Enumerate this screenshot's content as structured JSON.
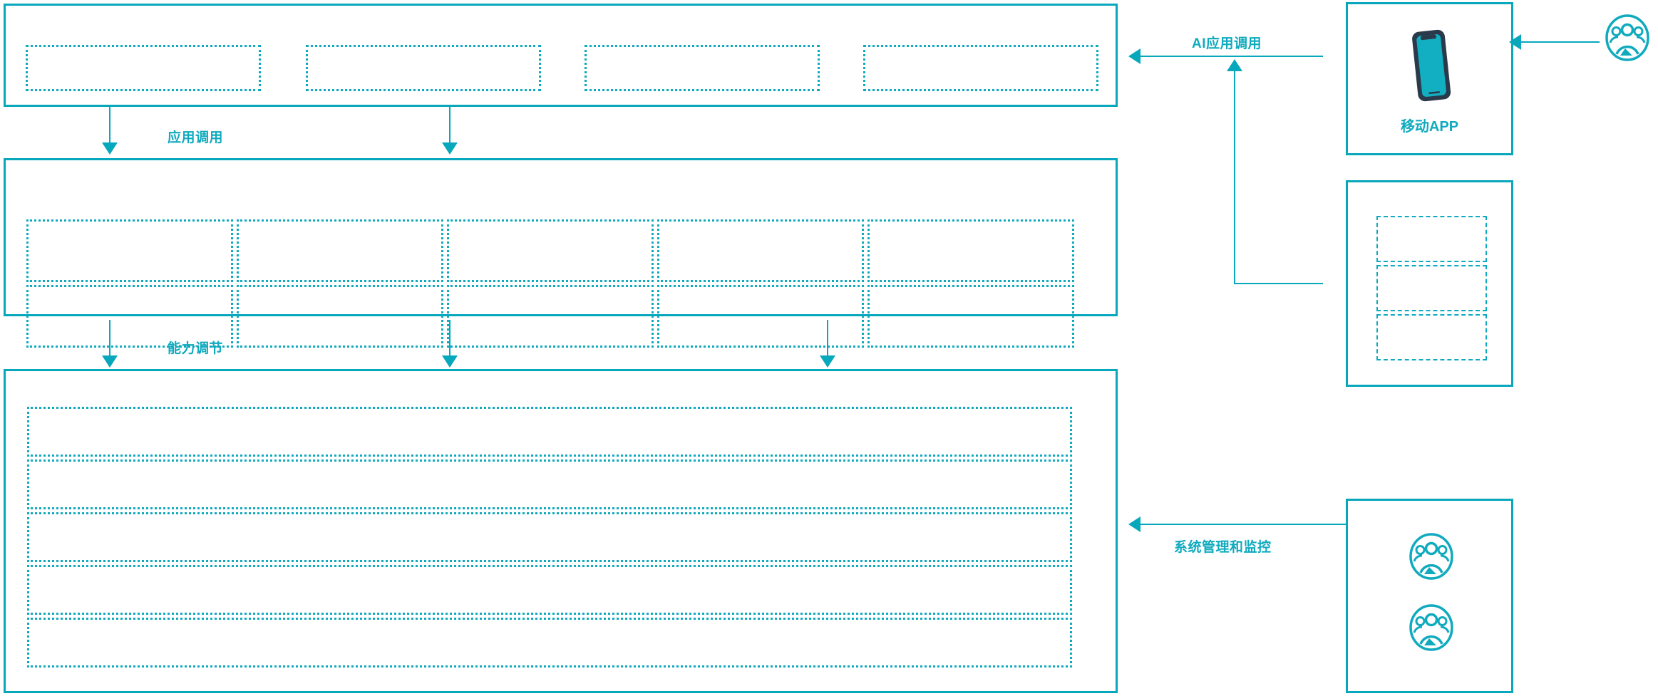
{
  "theme": {
    "accent": "#07A7BC",
    "accent_light": "#0FAABE",
    "phone_dark": "#2B3A4A",
    "phone_screen": "#12AEC1",
    "background": "#FFFFFF"
  },
  "flow_labels": {
    "app_call": "应用调用",
    "capability_adjust": "能力调节",
    "ai_app_call": "AI应用调用",
    "system_manage_monitor": "系统管理和监控"
  },
  "left_stack": {
    "application_layer": {
      "name": "application-layer-panel",
      "boxes": [
        {
          "id": "app-box-1",
          "label": ""
        },
        {
          "id": "app-box-2",
          "label": ""
        },
        {
          "id": "app-box-3",
          "label": ""
        },
        {
          "id": "app-box-4",
          "label": ""
        }
      ]
    },
    "capability_layer": {
      "name": "capability-layer-panel",
      "columns": 5,
      "rows": 2,
      "boxes": [
        {
          "id": "cap-r1-c1",
          "label": ""
        },
        {
          "id": "cap-r1-c2",
          "label": ""
        },
        {
          "id": "cap-r1-c3",
          "label": ""
        },
        {
          "id": "cap-r1-c4",
          "label": ""
        },
        {
          "id": "cap-r1-c5",
          "label": ""
        },
        {
          "id": "cap-r2-c1",
          "label": ""
        },
        {
          "id": "cap-r2-c2",
          "label": ""
        },
        {
          "id": "cap-r2-c3",
          "label": ""
        },
        {
          "id": "cap-r2-c4",
          "label": ""
        },
        {
          "id": "cap-r2-c5",
          "label": ""
        }
      ]
    },
    "platform_layer": {
      "name": "platform-layer-panel",
      "rows": [
        {
          "id": "platform-row-1",
          "label": ""
        },
        {
          "id": "platform-row-2",
          "label": ""
        },
        {
          "id": "platform-row-3",
          "label": ""
        },
        {
          "id": "platform-row-4",
          "label": ""
        },
        {
          "id": "platform-row-5",
          "label": ""
        }
      ]
    }
  },
  "right_stack": {
    "mobile_app_card": {
      "name": "mobile-app-card",
      "label": "移动APP",
      "icon": "mobile-phone-icon"
    },
    "list_card": {
      "name": "channel-list-card",
      "boxes": [
        {
          "id": "channel-box-1",
          "label": ""
        },
        {
          "id": "channel-box-2",
          "label": ""
        },
        {
          "id": "channel-box-3",
          "label": ""
        }
      ]
    },
    "users_card": {
      "name": "users-card",
      "icons": [
        {
          "id": "user-group-icon-1",
          "icon": "user-group-icon"
        },
        {
          "id": "user-group-icon-2",
          "icon": "user-group-icon"
        }
      ]
    },
    "external_user": {
      "name": "external-user-icon",
      "icon": "user-group-icon"
    }
  }
}
